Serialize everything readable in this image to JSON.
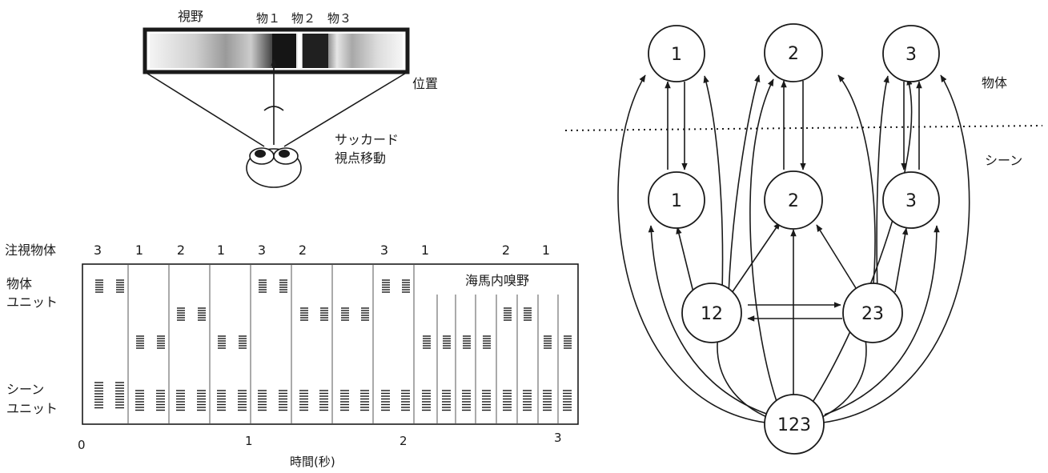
{
  "eye_panel": {
    "view_label": "視野",
    "object_labels": [
      "物１",
      "物２",
      "物３"
    ],
    "position_label": "位置",
    "saccade_label": "サッカード",
    "viewpoint_label": "視点移動"
  },
  "raster": {
    "fixation_label": "注視物体",
    "fixations": [
      "3",
      "1",
      "2",
      "1",
      "3",
      "2",
      "3",
      "1",
      "2",
      "1"
    ],
    "object_unit_label": [
      "物体",
      "ユニット"
    ],
    "scene_unit_label": [
      "シーン",
      "ユニット"
    ],
    "region_label": "海馬内嗅野",
    "time_ticks": [
      "0",
      "1",
      "2",
      "3"
    ],
    "time_label": "時間(秒)"
  },
  "network": {
    "object_level_label": "物体",
    "scene_level_label": "シーン",
    "object_nodes": [
      "1",
      "2",
      "3"
    ],
    "scene_nodes": [
      "1",
      "2",
      "3"
    ],
    "pair_nodes": [
      "12",
      "23"
    ],
    "triple_node": "123"
  }
}
